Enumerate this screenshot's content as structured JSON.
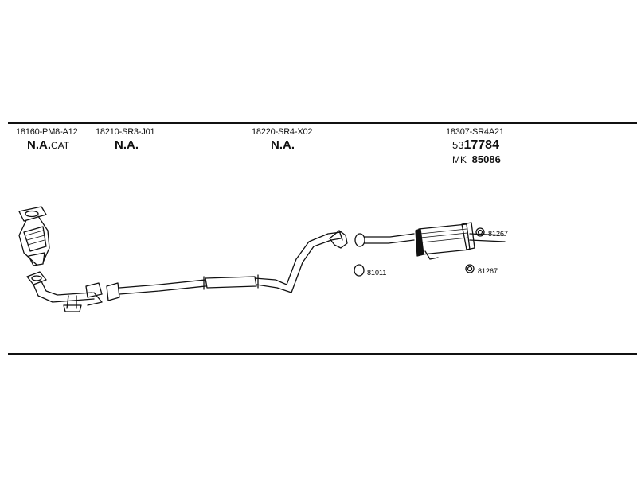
{
  "columns": [
    {
      "part_number": "18160-PM8-A12",
      "status": "N.A.",
      "status_suffix": "CAT"
    },
    {
      "part_number": "18210-SR3-J01",
      "status": "N.A."
    },
    {
      "part_number": "18220-SR4-X02",
      "status": "N.A."
    },
    {
      "part_number": "18307-SR4A21",
      "alt_prefix": "53",
      "alt_number": "17784",
      "mk_prefix": "MK",
      "mk_number": "85086"
    }
  ],
  "callouts": [
    {
      "ref": "81267"
    },
    {
      "ref": "81267"
    },
    {
      "ref": "81011"
    }
  ],
  "colors": {
    "line": "#111111",
    "background": "#ffffff"
  }
}
